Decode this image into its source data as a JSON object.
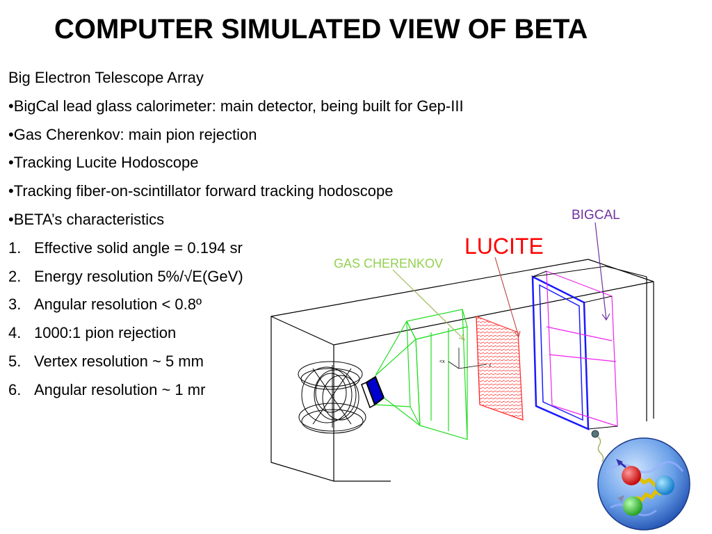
{
  "slide": {
    "title": "COMPUTER SIMULATED VIEW OF BETA",
    "bullets": [
      {
        "marker": "",
        "text": "Big Electron Telescope Array"
      },
      {
        "marker": "•",
        "text": "BigCal lead glass calorimeter: main detector, being built for Gep-III"
      },
      {
        "marker": "•",
        "text": "Gas Cherenkov: main pion rejection"
      },
      {
        "marker": "•",
        "text": "Tracking Lucite Hodoscope"
      },
      {
        "marker": "•",
        "text": "Tracking fiber-on-scintillator forward tracking hodoscope"
      },
      {
        "marker": "•",
        "text": "BETA’s characteristics"
      }
    ],
    "characteristics": [
      {
        "number": "1.",
        "text": "Effective solid angle = 0.194 sr"
      },
      {
        "number": "2.",
        "text": "Energy resolution 5%/√E(GeV)"
      },
      {
        "number": "3.",
        "text": "Angular resolution < 0.8º"
      },
      {
        "number": "4.",
        "text": "1000:1 pion rejection"
      },
      {
        "number": "5.",
        "text": "Vertex resolution ~ 5 mm"
      },
      {
        "number": "6.",
        "text": "Angular resolution ~ 1 mr"
      }
    ]
  },
  "figure": {
    "labels": {
      "bigcal": "BIGCAL",
      "lucite": "LUCITE",
      "gas_cherenkov": "GAS CHERENKOV"
    },
    "axis_labels": [
      "<x",
      "z"
    ],
    "colors": {
      "bigcal": "#7030a0",
      "lucite": "#ff0000",
      "gas_cherenkov": "#92d050",
      "cherenkov_wire": "#22dd22",
      "bigcal_frame": "#1a1aff",
      "bigcal_inner": "#ee22ee",
      "outline": "#000000"
    },
    "logo": "proton-structure-logo"
  }
}
